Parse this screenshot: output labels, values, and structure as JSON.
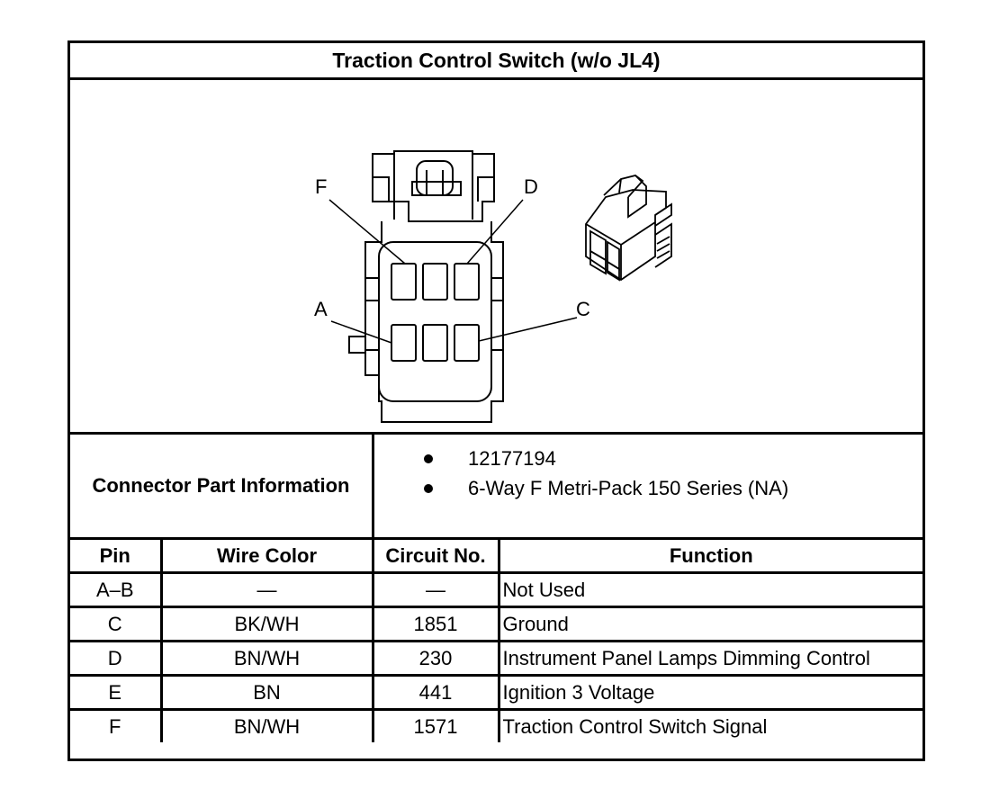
{
  "title": "Traction Control Switch (w/o JL4)",
  "diagram": {
    "pin_labels": {
      "f": "F",
      "d": "D",
      "a": "A",
      "c": "C"
    }
  },
  "connector_info": {
    "label": "Connector Part Information",
    "items": [
      "12177194",
      "6-Way F Metri-Pack 150 Series (NA)"
    ]
  },
  "table": {
    "headers": [
      "Pin",
      "Wire Color",
      "Circuit No.",
      "Function"
    ],
    "rows": [
      [
        "A–B",
        "—",
        "—",
        "Not Used"
      ],
      [
        "C",
        "BK/WH",
        "1851",
        "Ground"
      ],
      [
        "D",
        "BN/WH",
        "230",
        "Instrument Panel Lamps Dimming Control"
      ],
      [
        "E",
        "BN",
        "441",
        "Ignition 3 Voltage"
      ],
      [
        "F",
        "BN/WH",
        "1571",
        "Traction Control Switch Signal"
      ]
    ]
  }
}
